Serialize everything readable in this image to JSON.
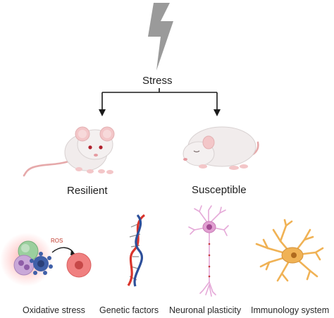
{
  "stress_label": "Stress",
  "outcomes": {
    "resilient": "Resilient",
    "susceptible": "Susceptible"
  },
  "ros_label": "ROS",
  "factors": [
    {
      "label": "Oxidative stress",
      "icon": "cells-ros-icon"
    },
    {
      "label": "Genetic factors",
      "icon": "dna-helix-icon"
    },
    {
      "label": "Neuronal plasticity",
      "icon": "neuron-icon"
    },
    {
      "label": "Immunology system",
      "icon": "astrocyte-icon"
    }
  ],
  "colors": {
    "lightning": "#9a9a9a",
    "arrow": "#1a1a1a",
    "mouse_body": "#f1ecec",
    "mouse_ear": "#f3c6c8",
    "dna_red": "#d9342b",
    "dna_blue": "#2d4f9a",
    "neuron": "#e5a9d8",
    "astrocyte": "#f0b255"
  }
}
